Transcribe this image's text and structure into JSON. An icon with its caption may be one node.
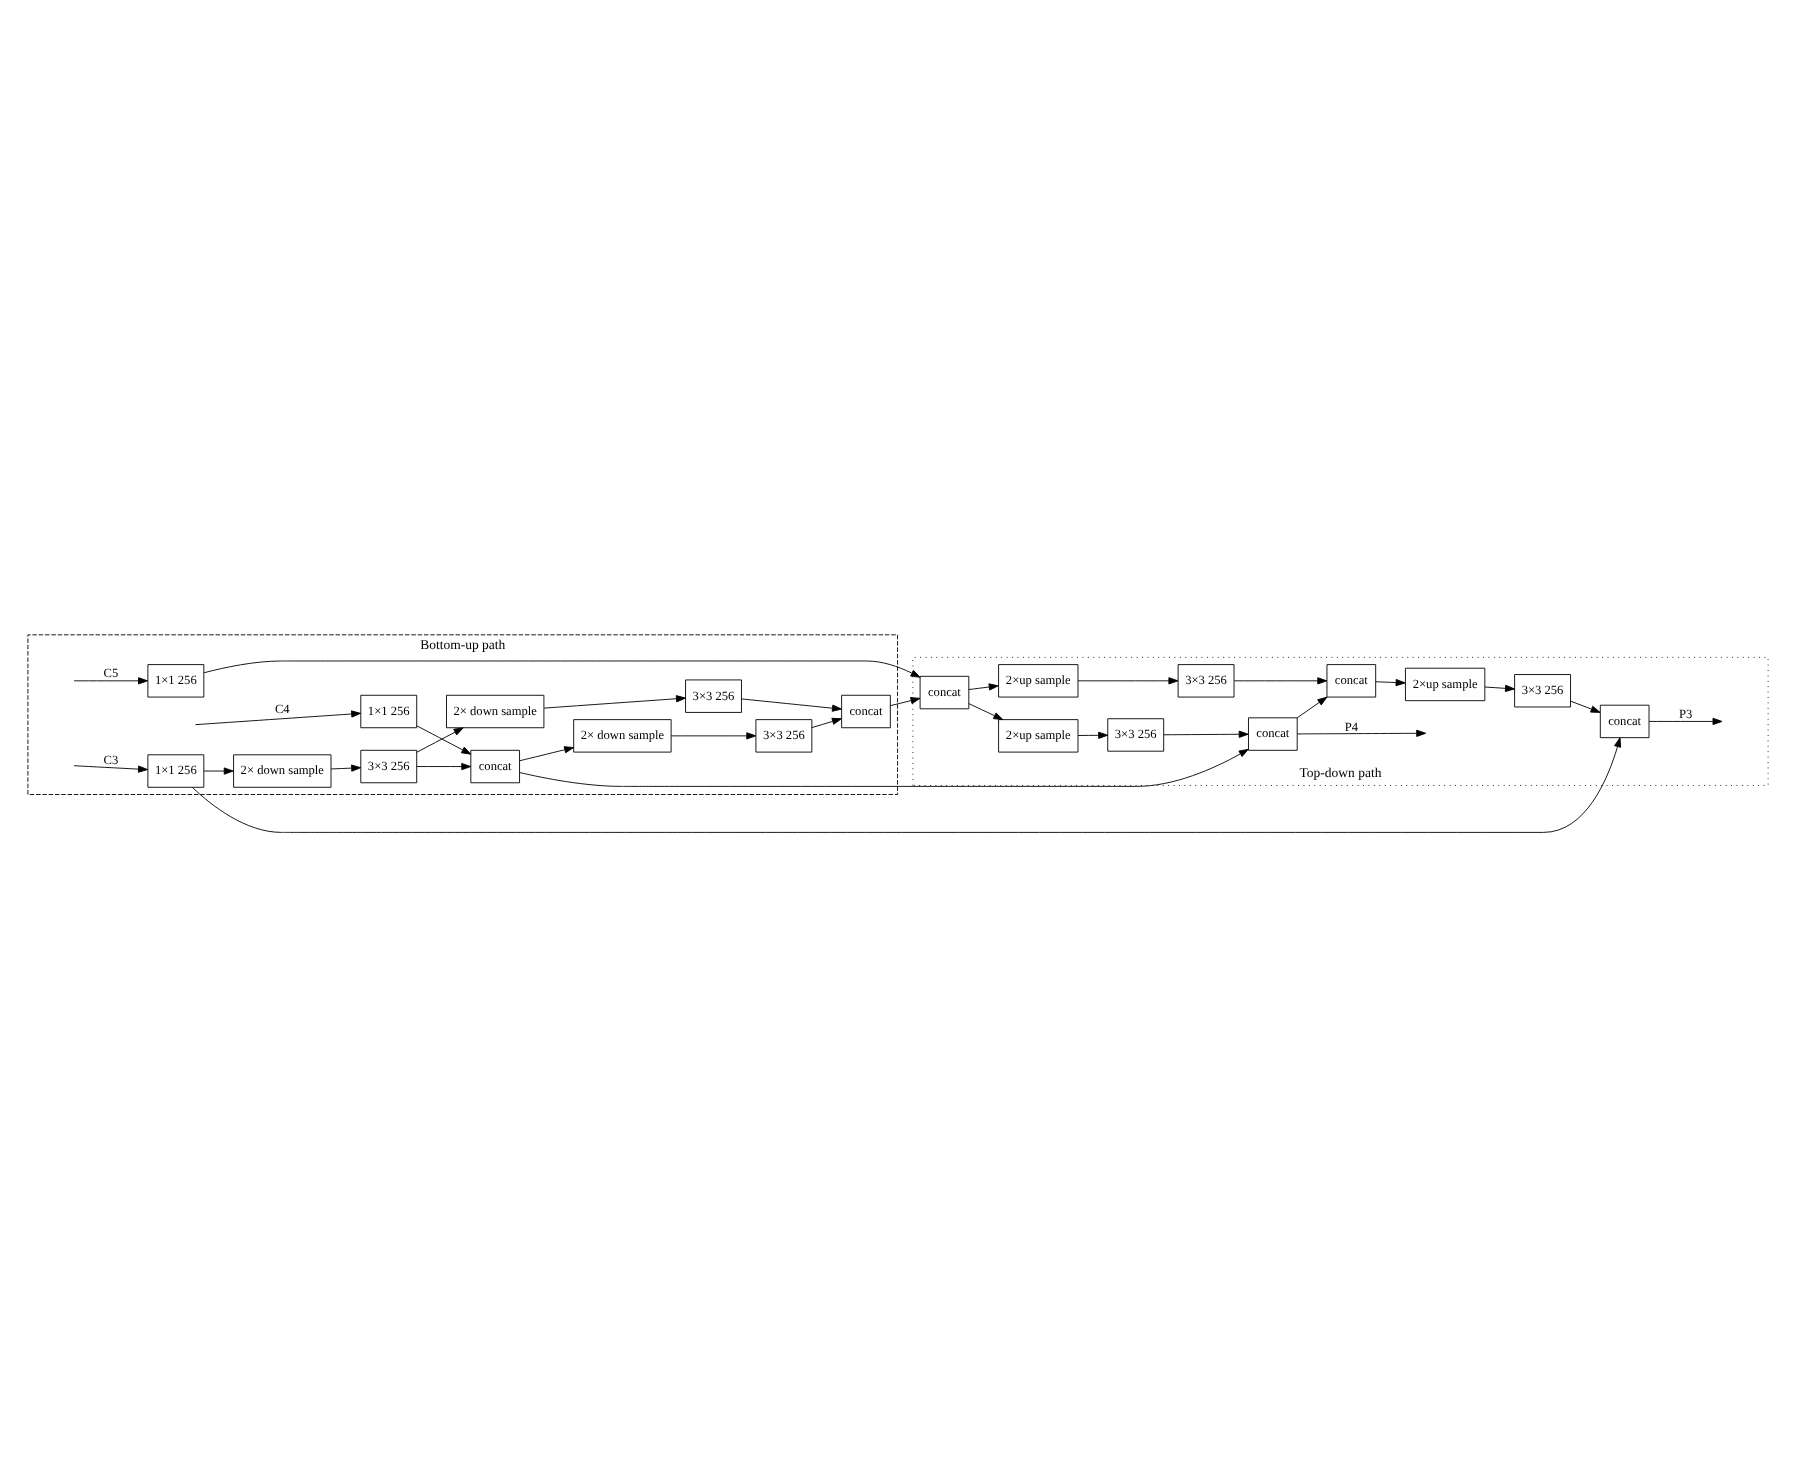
{
  "diagram": {
    "nodes": [
      {
        "text": [
          "Bottom-up path"
        ]
      },
      {
        "text": [
          "Top-down path"
        ]
      },
      {
        "text": [
          "1×1 256"
        ],
        "in": 0
      },
      {
        "text": [
          "2× down sample"
        ],
        "in": 0
      },
      {
        "text": [
          "3×3 256"
        ],
        "in": 0
      },
      {
        "text": [
          "2× down sample"
        ],
        "in": 0
      },
      {
        "text": [
          "3×3 256"
        ],
        "in": 0
      },
      {
        "text": [
          "1×1 256"
        ],
        "in": 0
      },
      {
        "text": [
          "concat"
        ],
        "in": 0
      },
      {
        "text": [
          "2× down sample"
        ],
        "in": 0
      },
      {
        "text": [
          "3×3 256"
        ],
        "in": 0
      },
      {
        "text": [
          "concat"
        ],
        "in": 0
      },
      {
        "text": [
          "1×1 256"
        ],
        "in": 0
      },
      {
        "text": [
          "concat"
        ],
        "in": 1
      },
      {
        "text": [
          "2×up sample"
        ],
        "in": 1
      },
      {
        "text": [
          "3×3 256"
        ],
        "in": 1
      },
      {
        "text": [
          "concat"
        ],
        "in": 1
      },
      {
        "text": [
          "2×up sample"
        ],
        "in": 1
      },
      {
        "text": [
          "3×3 256"
        ],
        "in": 1
      },
      {
        "text": [
          "concat"
        ],
        "in": 1
      },
      {
        "text": [
          "2×up sample"
        ],
        "in": 1
      },
      {
        "text": [
          "3×3 256"
        ],
        "in": 1
      },
      {
        "text": [
          "concat"
        ],
        "in": 1
      }
    ],
    "edges": [
      {
        "from": null,
        "to": 2,
        "arrow": "to",
        "label": "C3"
      },
      {
        "from": 2,
        "to": 3,
        "arrow": "to"
      },
      {
        "from": 3,
        "to": 4,
        "arrow": "to"
      },
      {
        "from": 4,
        "to": 5,
        "arrow": "to"
      },
      {
        "from": 5,
        "to": 6,
        "arrow": "to"
      },
      {
        "from": 4,
        "to": 8,
        "arrow": "to"
      },
      {
        "from": 6,
        "to": 11,
        "arrow": "to"
      },
      {
        "from": null,
        "to": 7,
        "arrow": "to",
        "label": "C4"
      },
      {
        "from": 7,
        "to": 8,
        "arrow": "to"
      },
      {
        "from": 8,
        "to": 9,
        "arrow": "to"
      },
      {
        "from": 9,
        "to": 10,
        "arrow": "to"
      },
      {
        "from": 10,
        "to": 11,
        "arrow": "to"
      },
      {
        "from": 11,
        "to": 13,
        "arrow": "to"
      },
      {
        "from": null,
        "to": 12,
        "arrow": "to",
        "label": "C5"
      },
      {
        "from": 12,
        "to": 13,
        "arrow": "to"
      },
      {
        "from": 8,
        "to": 16,
        "arrow": "to"
      },
      {
        "from": 13,
        "to": 14,
        "arrow": "to"
      },
      {
        "from": 13,
        "to": 17,
        "arrow": "to"
      },
      {
        "from": 14,
        "to": 15,
        "arrow": "to"
      },
      {
        "from": 15,
        "to": 16,
        "arrow": "to"
      },
      {
        "from": 16,
        "to": null,
        "arrow": "to",
        "label": "P4"
      },
      {
        "from": 16,
        "to": 19,
        "arrow": "to"
      },
      {
        "from": 17,
        "to": 18,
        "arrow": "to"
      },
      {
        "from": 18,
        "to": 19,
        "arrow": "to"
      },
      {
        "from": 19,
        "to": 20,
        "arrow": "to"
      },
      {
        "from": 20,
        "to": 21,
        "arrow": "to"
      },
      {
        "from": 21,
        "to": 22,
        "arrow": "to"
      },
      {
        "from": 2,
        "to": 22,
        "arrow": "to"
      },
      {
        "from": 22,
        "to": null,
        "arrow": "to",
        "label": "P3"
      }
    ]
  }
}
